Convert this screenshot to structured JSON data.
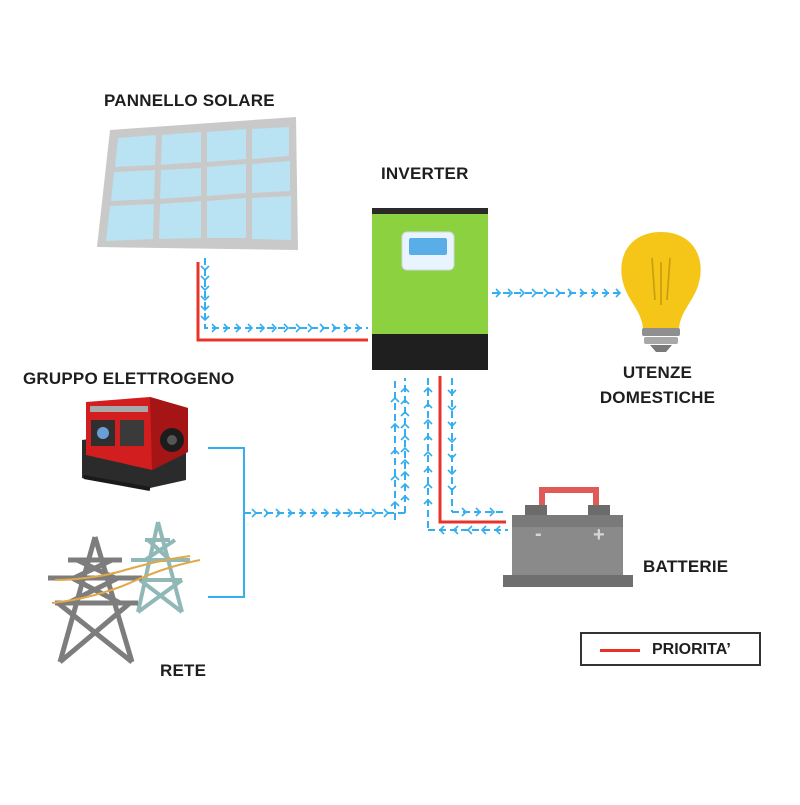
{
  "labels": {
    "solar_panel": "PANNELLO SOLARE",
    "inverter": "INVERTER",
    "loads_line1": "UTENZE",
    "loads_line2": "DOMESTICHE",
    "generator": "GRUPPO ELETTROGENO",
    "batteries": "BATTERIE",
    "grid": "RETE",
    "legend": "PRIORITA’"
  },
  "colors": {
    "flow": "#33aef0",
    "priority": "#e8332a",
    "inverter_body": "#8cd13f",
    "panel_cell": "#b9e2f2",
    "panel_frame": "#c9c9c9",
    "bulb": "#f5c518",
    "tower": "#8a8a8a",
    "tower_alt": "#8fb8b6",
    "generator_body": "#d21e1e"
  },
  "icons": [
    "solar-panel-icon",
    "inverter-icon",
    "light-bulb-icon",
    "generator-icon",
    "power-tower-icon",
    "battery-icon"
  ]
}
